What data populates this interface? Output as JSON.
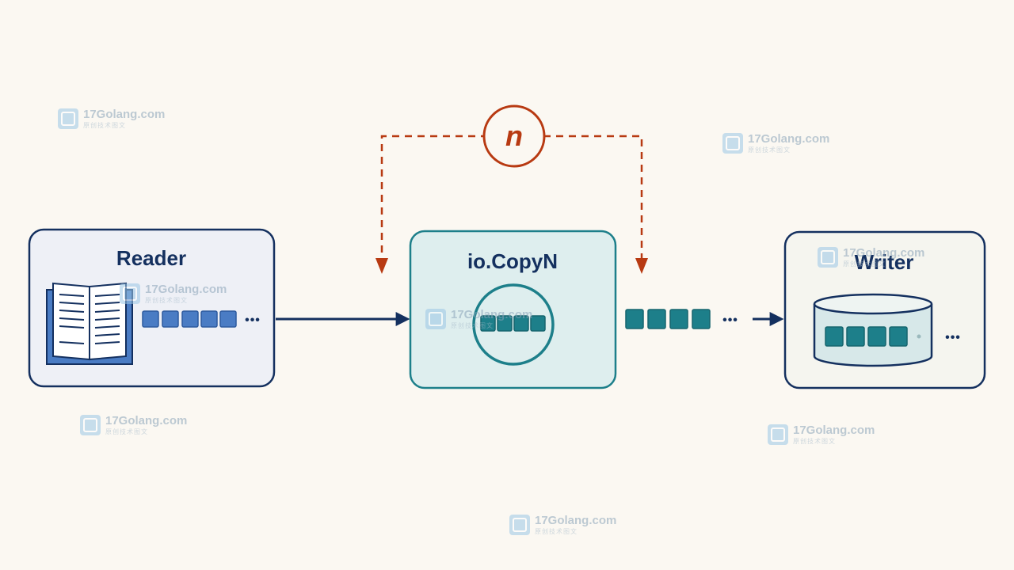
{
  "diagram": {
    "reader_label": "Reader",
    "copy_label": "io.CopyN",
    "writer_label": "Writer",
    "n_label": "n",
    "ellipsis": "•••"
  },
  "colors": {
    "navy": "#14305f",
    "teal": "#1d7f8a",
    "reader_blue": "#4a7cc4",
    "accent_red": "#b83a12",
    "reader_fill": "#eef0f6",
    "copy_fill": "#deeeee",
    "writer_fill": "#f5f5ef"
  },
  "watermarks": [
    {
      "name": "17Golang.com",
      "sub": "原创技术图文"
    },
    {
      "name": "17Golang.com",
      "sub": "原创技术图文"
    },
    {
      "name": "17Golang.com",
      "sub": "原创技术图文"
    },
    {
      "name": "17Golang.com",
      "sub": "原创技术图文"
    },
    {
      "name": "17Golang.com",
      "sub": "原创技术图文"
    },
    {
      "name": "17Golang.com",
      "sub": "原创技术图文"
    },
    {
      "name": "17Golang.com",
      "sub": "原创技术图文"
    },
    {
      "name": "17Golang.com",
      "sub": "原创技术图文"
    }
  ]
}
